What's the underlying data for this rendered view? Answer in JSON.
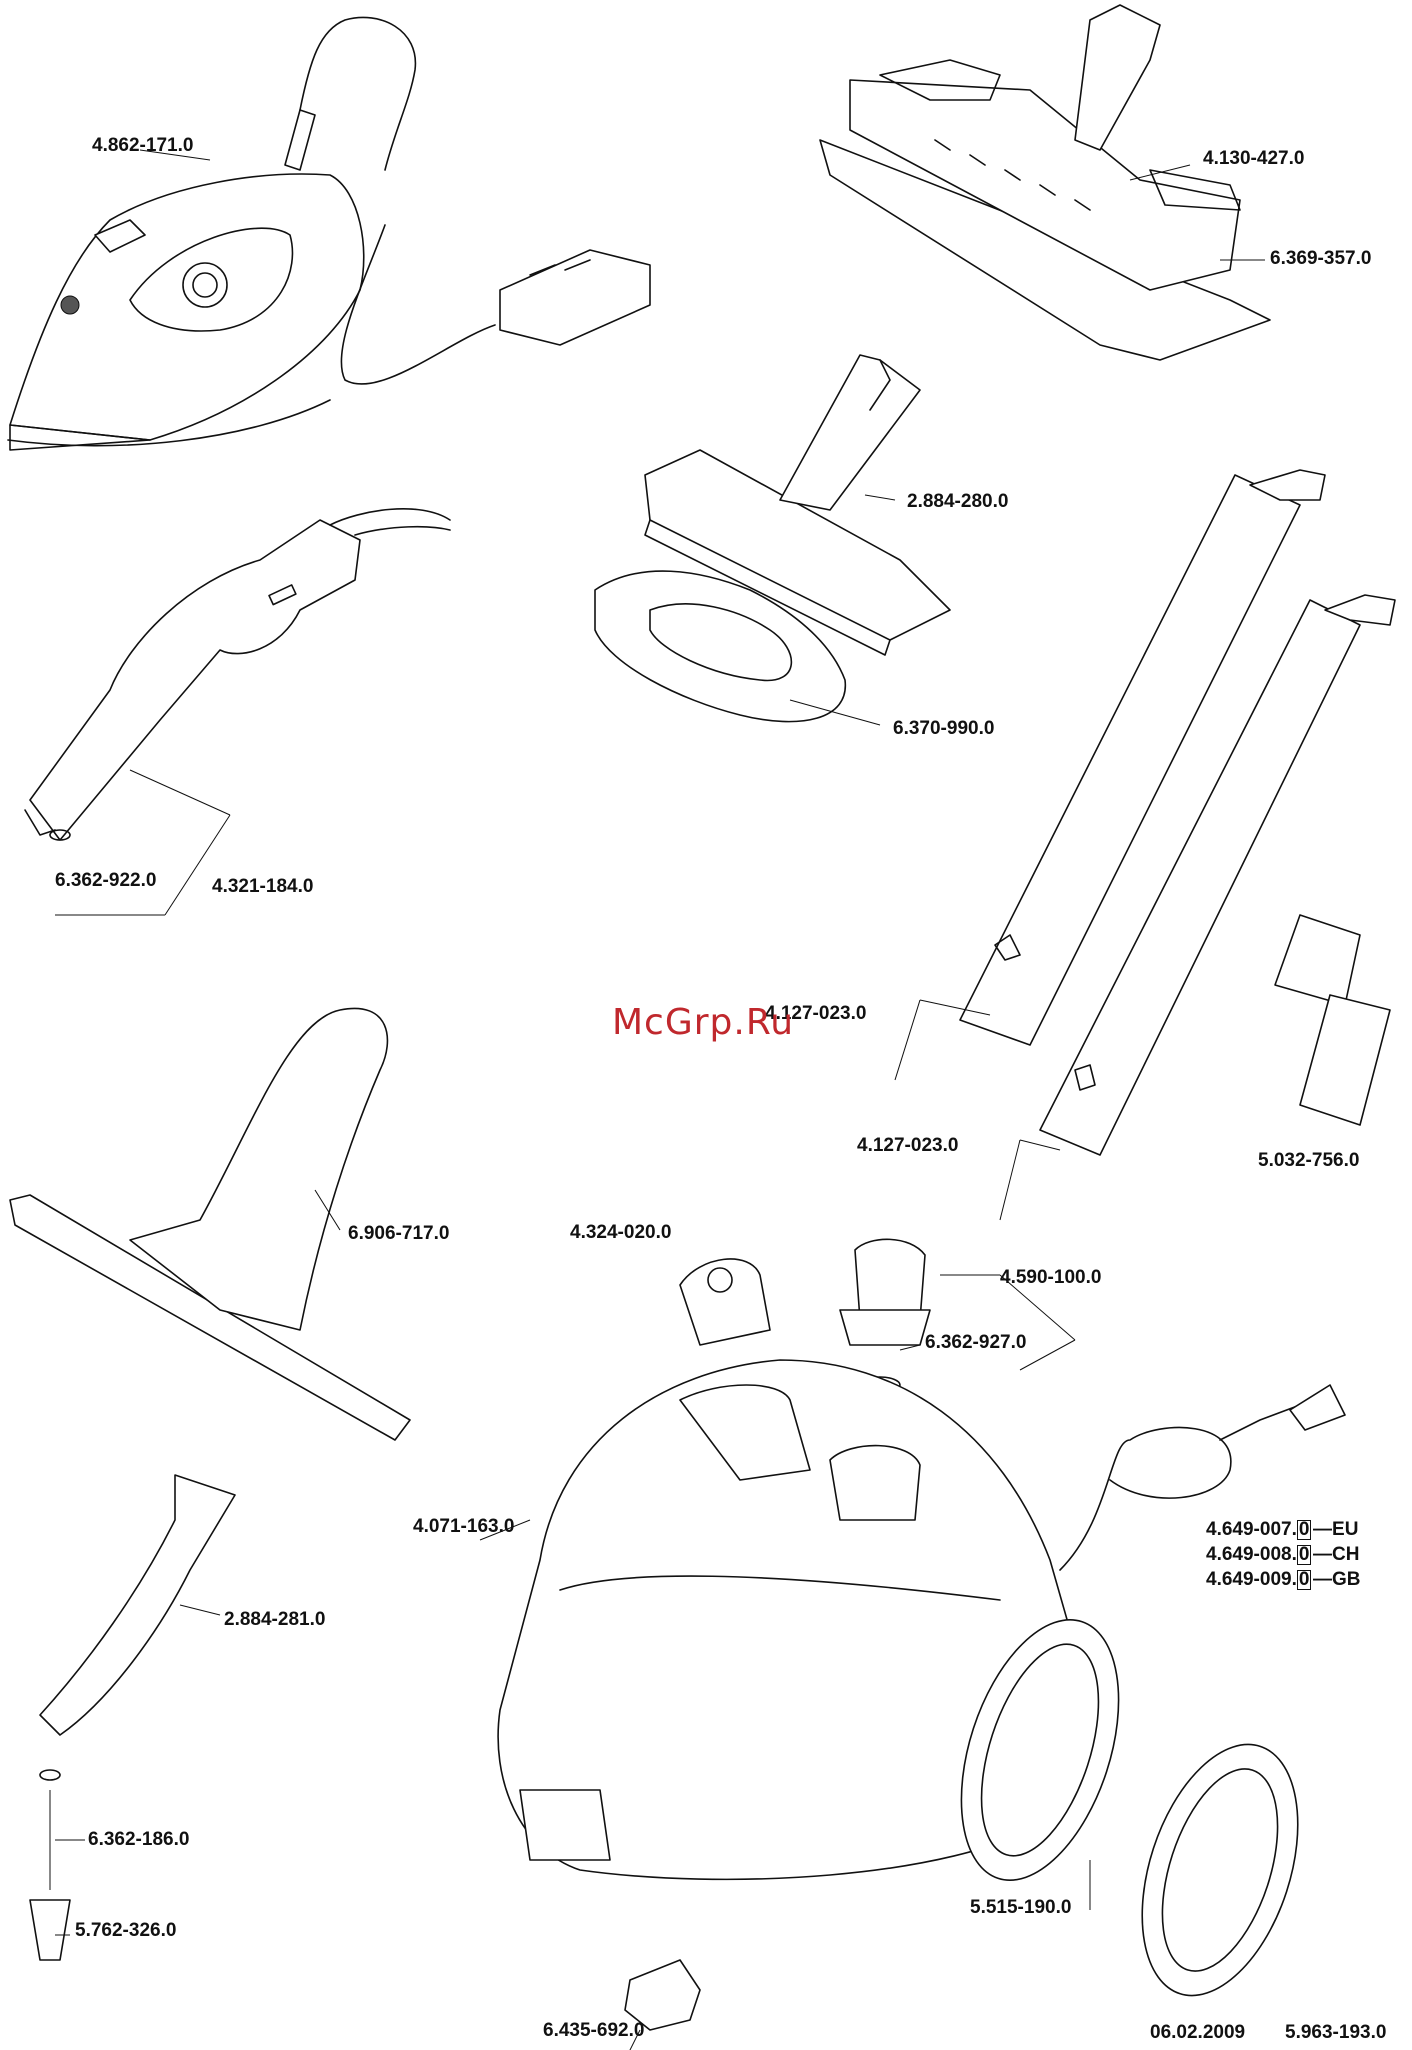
{
  "watermark": "McGrp.Ru",
  "parts": {
    "iron": "4.862-171.0",
    "floor_nozzle": "4.130-427.0",
    "floor_cloth": "6.369-357.0",
    "hand_brush": "2.884-280.0",
    "terry_cover": "6.370-990.0",
    "hand_gun_oring": "6.362-922.0",
    "hand_gun": "4.321-184.0",
    "extension_tube_1": "4.127-023.0",
    "extension_tube_2": "4.127-023.0",
    "tube_cover": "5.032-756.0",
    "window_nozzle": "6.906-717.0",
    "holder_cap": "4.324-020.0",
    "safety_cap": "4.590-100.0",
    "safety_cap_seal": "6.362-927.0",
    "main_body": "4.071-163.0",
    "detail_nozzle": "2.884-281.0",
    "detail_nozzle_oring": "6.362-186.0",
    "power_nozzle": "5.762-326.0",
    "wheels": "5.515-190.0",
    "castor": "6.435-692.0",
    "cable_eu_code": "4.649-007.",
    "cable_eu_digit": "0",
    "cable_eu_region": "EU",
    "cable_ch_code": "4.649-008.",
    "cable_ch_digit": "0",
    "cable_ch_region": "CH",
    "cable_gb_code": "4.649-009.",
    "cable_gb_digit": "0",
    "cable_gb_region": "GB"
  },
  "footer": {
    "date": "06.02.2009",
    "doc_number": "5.963-193.0"
  }
}
